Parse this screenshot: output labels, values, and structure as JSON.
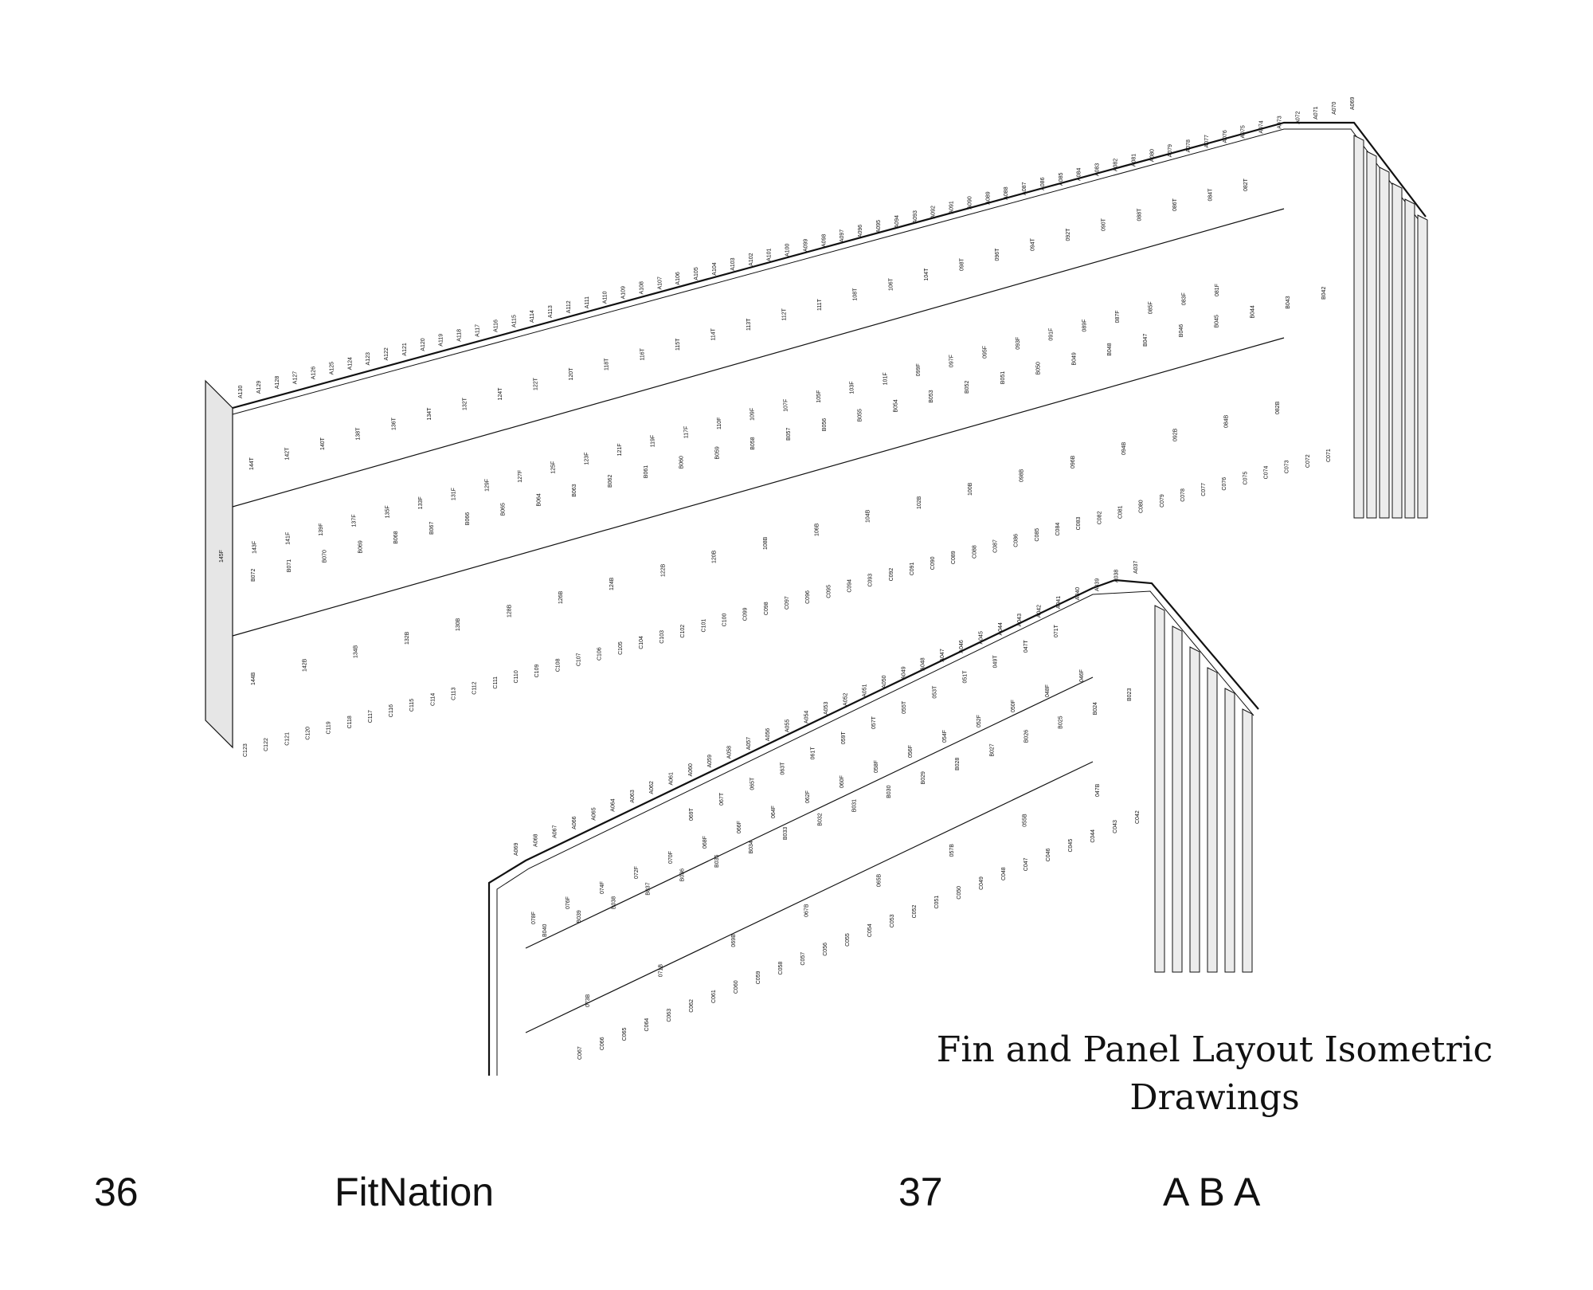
{
  "caption": {
    "line1": "Fin and Panel Layout Isometric",
    "line2": "Drawings"
  },
  "footer": {
    "left_page_number": "36",
    "left_title": "FitNation",
    "right_page_number": "37",
    "right_title": "A B A"
  },
  "labels": {
    "upper_top_row": [
      "A130",
      "A129",
      "A128",
      "A127",
      "A126",
      "A125",
      "A124",
      "A123",
      "A122",
      "A121",
      "A120",
      "A119",
      "A118",
      "A117",
      "A116",
      "A115",
      "A114",
      "A113",
      "A112",
      "A111",
      "A110",
      "A109",
      "A108",
      "A107",
      "A106",
      "A105",
      "A104",
      "A103",
      "A102",
      "A101",
      "A100",
      "A099",
      "A098",
      "A097",
      "A096",
      "A095",
      "A094",
      "A093",
      "A092",
      "A091",
      "A090",
      "A089",
      "A088",
      "A087",
      "A086",
      "A085",
      "A084",
      "A083",
      "A082",
      "A081",
      "A080",
      "A079",
      "A078",
      "A077",
      "A076",
      "A075",
      "A074",
      "A073",
      "A072",
      "A071",
      "A070",
      "A069"
    ],
    "upper_fin_top": [
      "144T",
      "142T",
      "140T",
      "138T",
      "136T",
      "134T",
      "132T",
      "124T",
      "122T",
      "120T",
      "118T",
      "116T",
      "115T",
      "114T",
      "113T",
      "112T",
      "111T",
      "108T",
      "106T",
      "104T",
      "098T",
      "096T",
      "094T",
      "092T",
      "090T",
      "088T",
      "086T",
      "084T",
      "082T"
    ],
    "upper_fin_mid": [
      "145F",
      "143F",
      "141F",
      "139F",
      "137F",
      "135F",
      "133F",
      "131F",
      "129F",
      "127F",
      "125F",
      "123F",
      "121F",
      "119F",
      "117F",
      "110F",
      "109F",
      "107F",
      "105F",
      "103F",
      "101F",
      "099F",
      "097F",
      "095F",
      "093F",
      "091F",
      "089F",
      "087F",
      "085F",
      "083F",
      "081F"
    ],
    "upper_panel_b": [
      "B072",
      "B071",
      "B070",
      "B069",
      "B068",
      "B067",
      "B066",
      "B065",
      "B064",
      "B063",
      "B062",
      "B061",
      "B060",
      "B059",
      "B058",
      "B057",
      "B056",
      "B055",
      "B054",
      "B053",
      "B052",
      "B051",
      "B050",
      "B049",
      "B048",
      "B047",
      "B046",
      "B045",
      "B044",
      "B043",
      "B042"
    ],
    "upper_fin_bottom": [
      "144B",
      "142B",
      "134B",
      "132B",
      "130B",
      "128B",
      "126B",
      "124B",
      "122B",
      "120B",
      "108B",
      "106B",
      "104B",
      "102B",
      "100B",
      "098B",
      "096B",
      "094B",
      "092B",
      "084B",
      "082B"
    ],
    "upper_bottom_row": [
      "C123",
      "C122",
      "C121",
      "C120",
      "C119",
      "C118",
      "C117",
      "C116",
      "C115",
      "C114",
      "C113",
      "C112",
      "C111",
      "C110",
      "C109",
      "C108",
      "C107",
      "C106",
      "C105",
      "C104",
      "C103",
      "C102",
      "C101",
      "C100",
      "C099",
      "C098",
      "C097",
      "C096",
      "C095",
      "C094",
      "C093",
      "C092",
      "C091",
      "C090",
      "C089",
      "C088",
      "C087",
      "C086",
      "C085",
      "C084",
      "C083",
      "C082",
      "C081",
      "C080",
      "C079",
      "C078",
      "C077",
      "C076",
      "C075",
      "C074",
      "C073",
      "C072",
      "C071"
    ],
    "lower_top_row": [
      "A069",
      "A068",
      "A067",
      "A066",
      "A065",
      "A064",
      "A063",
      "A062",
      "A061",
      "A060",
      "A059",
      "A058",
      "A057",
      "A056",
      "A055",
      "A054",
      "A053",
      "A052",
      "A051",
      "A050",
      "A049",
      "A048",
      "A047",
      "A046",
      "A045",
      "A044",
      "A043",
      "A042",
      "A041",
      "A040",
      "A039",
      "A038",
      "A037"
    ],
    "lower_fin_top": [
      "069T",
      "067T",
      "065T",
      "063T",
      "061T",
      "059T",
      "057T",
      "055T",
      "053T",
      "051T",
      "049T",
      "047T",
      "071T"
    ],
    "lower_fin_mid": [
      "078F",
      "076F",
      "074F",
      "072F",
      "070F",
      "068F",
      "066F",
      "064F",
      "062F",
      "060F",
      "058F",
      "056F",
      "054F",
      "052F",
      "050F",
      "048F",
      "046F"
    ],
    "lower_panel_b": [
      "B040",
      "B039",
      "B038",
      "B037",
      "B036",
      "B035",
      "B034",
      "B033",
      "B032",
      "B031",
      "B030",
      "B029",
      "B028",
      "B027",
      "B026",
      "B025",
      "B024",
      "B023"
    ],
    "lower_fin_bottom": [
      "073B",
      "071B",
      "069B",
      "067B",
      "065B",
      "057B",
      "055B",
      "047B"
    ],
    "lower_bottom_row": [
      "C067",
      "C066",
      "C065",
      "C064",
      "C063",
      "C062",
      "C061",
      "C060",
      "C059",
      "C058",
      "C057",
      "C056",
      "C055",
      "C054",
      "C053",
      "C052",
      "C051",
      "C050",
      "C049",
      "C048",
      "C047",
      "C046",
      "C045",
      "C044",
      "C043",
      "C042"
    ]
  }
}
